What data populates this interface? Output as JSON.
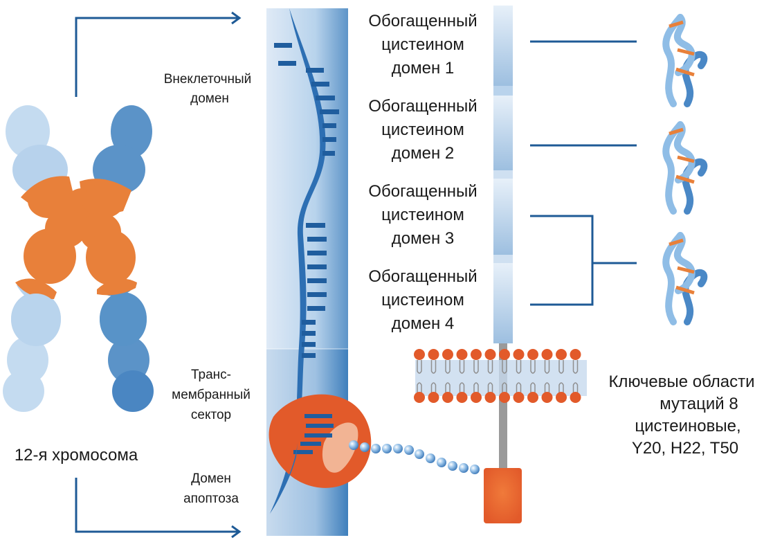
{
  "labels": {
    "extracellular_line1": "Внеклеточный",
    "extracellular_line2": "домен",
    "transmembrane_line1": "Транс-",
    "transmembrane_line2": "мембранный",
    "transmembrane_line3": "сектор",
    "apoptosis_line1": "Домен",
    "apoptosis_line2": "апоптоза",
    "chromosome": "12-я хромосома",
    "mutations_line1": "Ключевые области",
    "mutations_line2": "мутаций 8",
    "mutations_line3": "цистеиновые,",
    "mutations_line4": "Y20, H22, T50"
  },
  "domains": [
    {
      "line1": "Обогащенный",
      "line2": "цистеином",
      "line3": "домен 1"
    },
    {
      "line1": "Обогащенный",
      "line2": "цистеином",
      "line3": "домен 2"
    },
    {
      "line1": "Обогащенный",
      "line2": "цистеином",
      "line3": "домен 3"
    },
    {
      "line1": "Обогащенный",
      "line2": "цистеином",
      "line3": "домен 4"
    }
  ],
  "colors": {
    "orange": "#e8803a",
    "light_blue": "#b8d3ec",
    "mid_blue": "#5b93c8",
    "dark_blue": "#1f5d9e",
    "arrow_blue": "#1e5a96",
    "red_orange": "#e25a2a"
  }
}
